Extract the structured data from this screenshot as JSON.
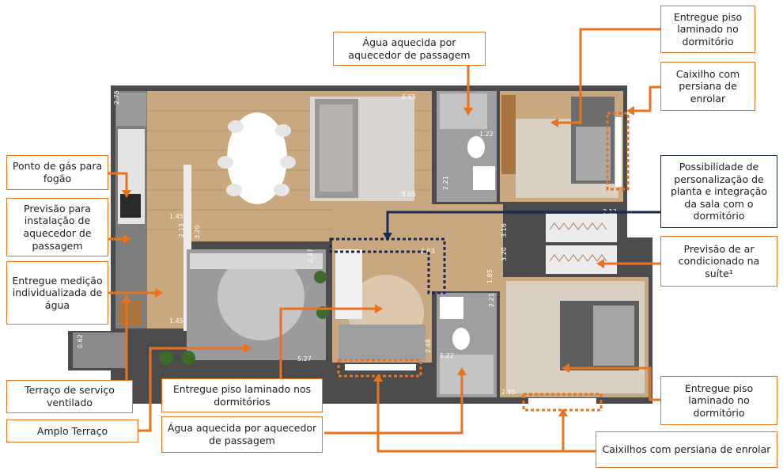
{
  "callouts": {
    "piso_dormitorio_top": "Entregue piso laminado no dormitório",
    "caixilho_top": "Caixilho com persiana de enrolar",
    "agua_top": "Água aquecida por aquecedor de passagem",
    "ponto_gas": "Ponto de gás para fogão",
    "previsao_aquecedor": "Previsão para instalação de aquecedor de passagem",
    "medicao_agua": "Entregue medição individualizada de água",
    "personalizacao": "Possibilidade de personalização de planta e integração da sala com o dormitório",
    "ar_condicionado": "Previsão de ar condicionado na suíte¹",
    "terraco_servico": "Terraço de serviço ventilado",
    "amplo_terraco": "Amplo Terraço",
    "piso_dormitorios_bottom": "Entregue piso laminado nos dormitórios",
    "agua_bottom": "Água aquecida por aquecedor de passagem",
    "piso_dormitorio_bottom_right": "Entregue piso laminado no dormitório",
    "caixilhos_bottom": "Caixilhos com persiana de enrolar"
  },
  "dimensions": [
    "2.75",
    "2.13",
    "1.45",
    "3.20",
    "1.45",
    "0.62",
    "6.65",
    "5.05",
    "2.37",
    "5.27",
    "1.22",
    "2.21",
    "2.03",
    "1.85",
    "3.16",
    "3.20",
    "2.21",
    "1.22",
    "2.48",
    "2.95",
    "3.13"
  ],
  "colors": {
    "accent": "#e8731f",
    "navy": "#1b2a52",
    "wall": "#4a4a4a"
  }
}
